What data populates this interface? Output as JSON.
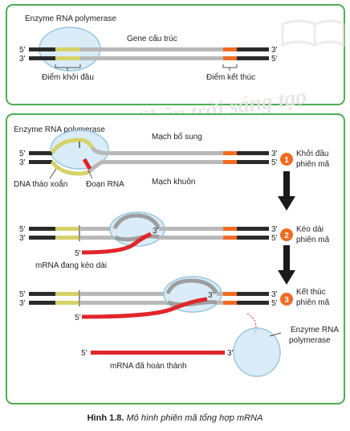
{
  "panel_top": {
    "enzyme_label": "Enzyme RNA polymerase",
    "gene_label": "Gene cấu trúc",
    "prime5": "5'",
    "prime3": "3'",
    "start_point_label": "Điểm khởi đầu",
    "end_point_label": "Điểm kết thúc"
  },
  "watermark": "Chân trời sáng tạo",
  "panel_bottom": {
    "enzyme_label": "Enzyme RNA polymerase",
    "coding_strand_label": "Mạch bổ sung",
    "template_strand_label": "Mạch khuôn",
    "unwound_dna_label": "DNA tháo xoắn",
    "rna_segment_label": "Đoạn RNA",
    "mrna_elongating_label": "mRNA đang kéo dài",
    "mrna_complete_label": "mRNA đã hoàn thành",
    "released_enzyme_label_line1": "Enzyme RNA",
    "released_enzyme_label_line2": "polymerase",
    "prime5": "5'",
    "prime3": "3'",
    "stages": [
      {
        "number": "1",
        "line1": "Khởi đầu",
        "line2": "phiên mã"
      },
      {
        "number": "2",
        "line1": "Kéo dài",
        "line2": "phiên mã"
      },
      {
        "number": "3",
        "line1": "Kết thúc",
        "line2": "phiên mã"
      }
    ]
  },
  "caption": {
    "figure": "Hình 1.8.",
    "text": "Mô hình phiên mã tổng hợp mRNA"
  },
  "colors": {
    "panel_border": "#4caf50",
    "dna_dark": "#2b2b2b",
    "dna_gray": "#b8b8b8",
    "promoter_yellow": "#d6d26a",
    "terminator_orange": "#f26b21",
    "mrna_red": "#e0262a",
    "enzyme_fill": "#d7ebf7",
    "enzyme_stroke": "#8cc1df",
    "stage_circle": "#f26b21"
  }
}
